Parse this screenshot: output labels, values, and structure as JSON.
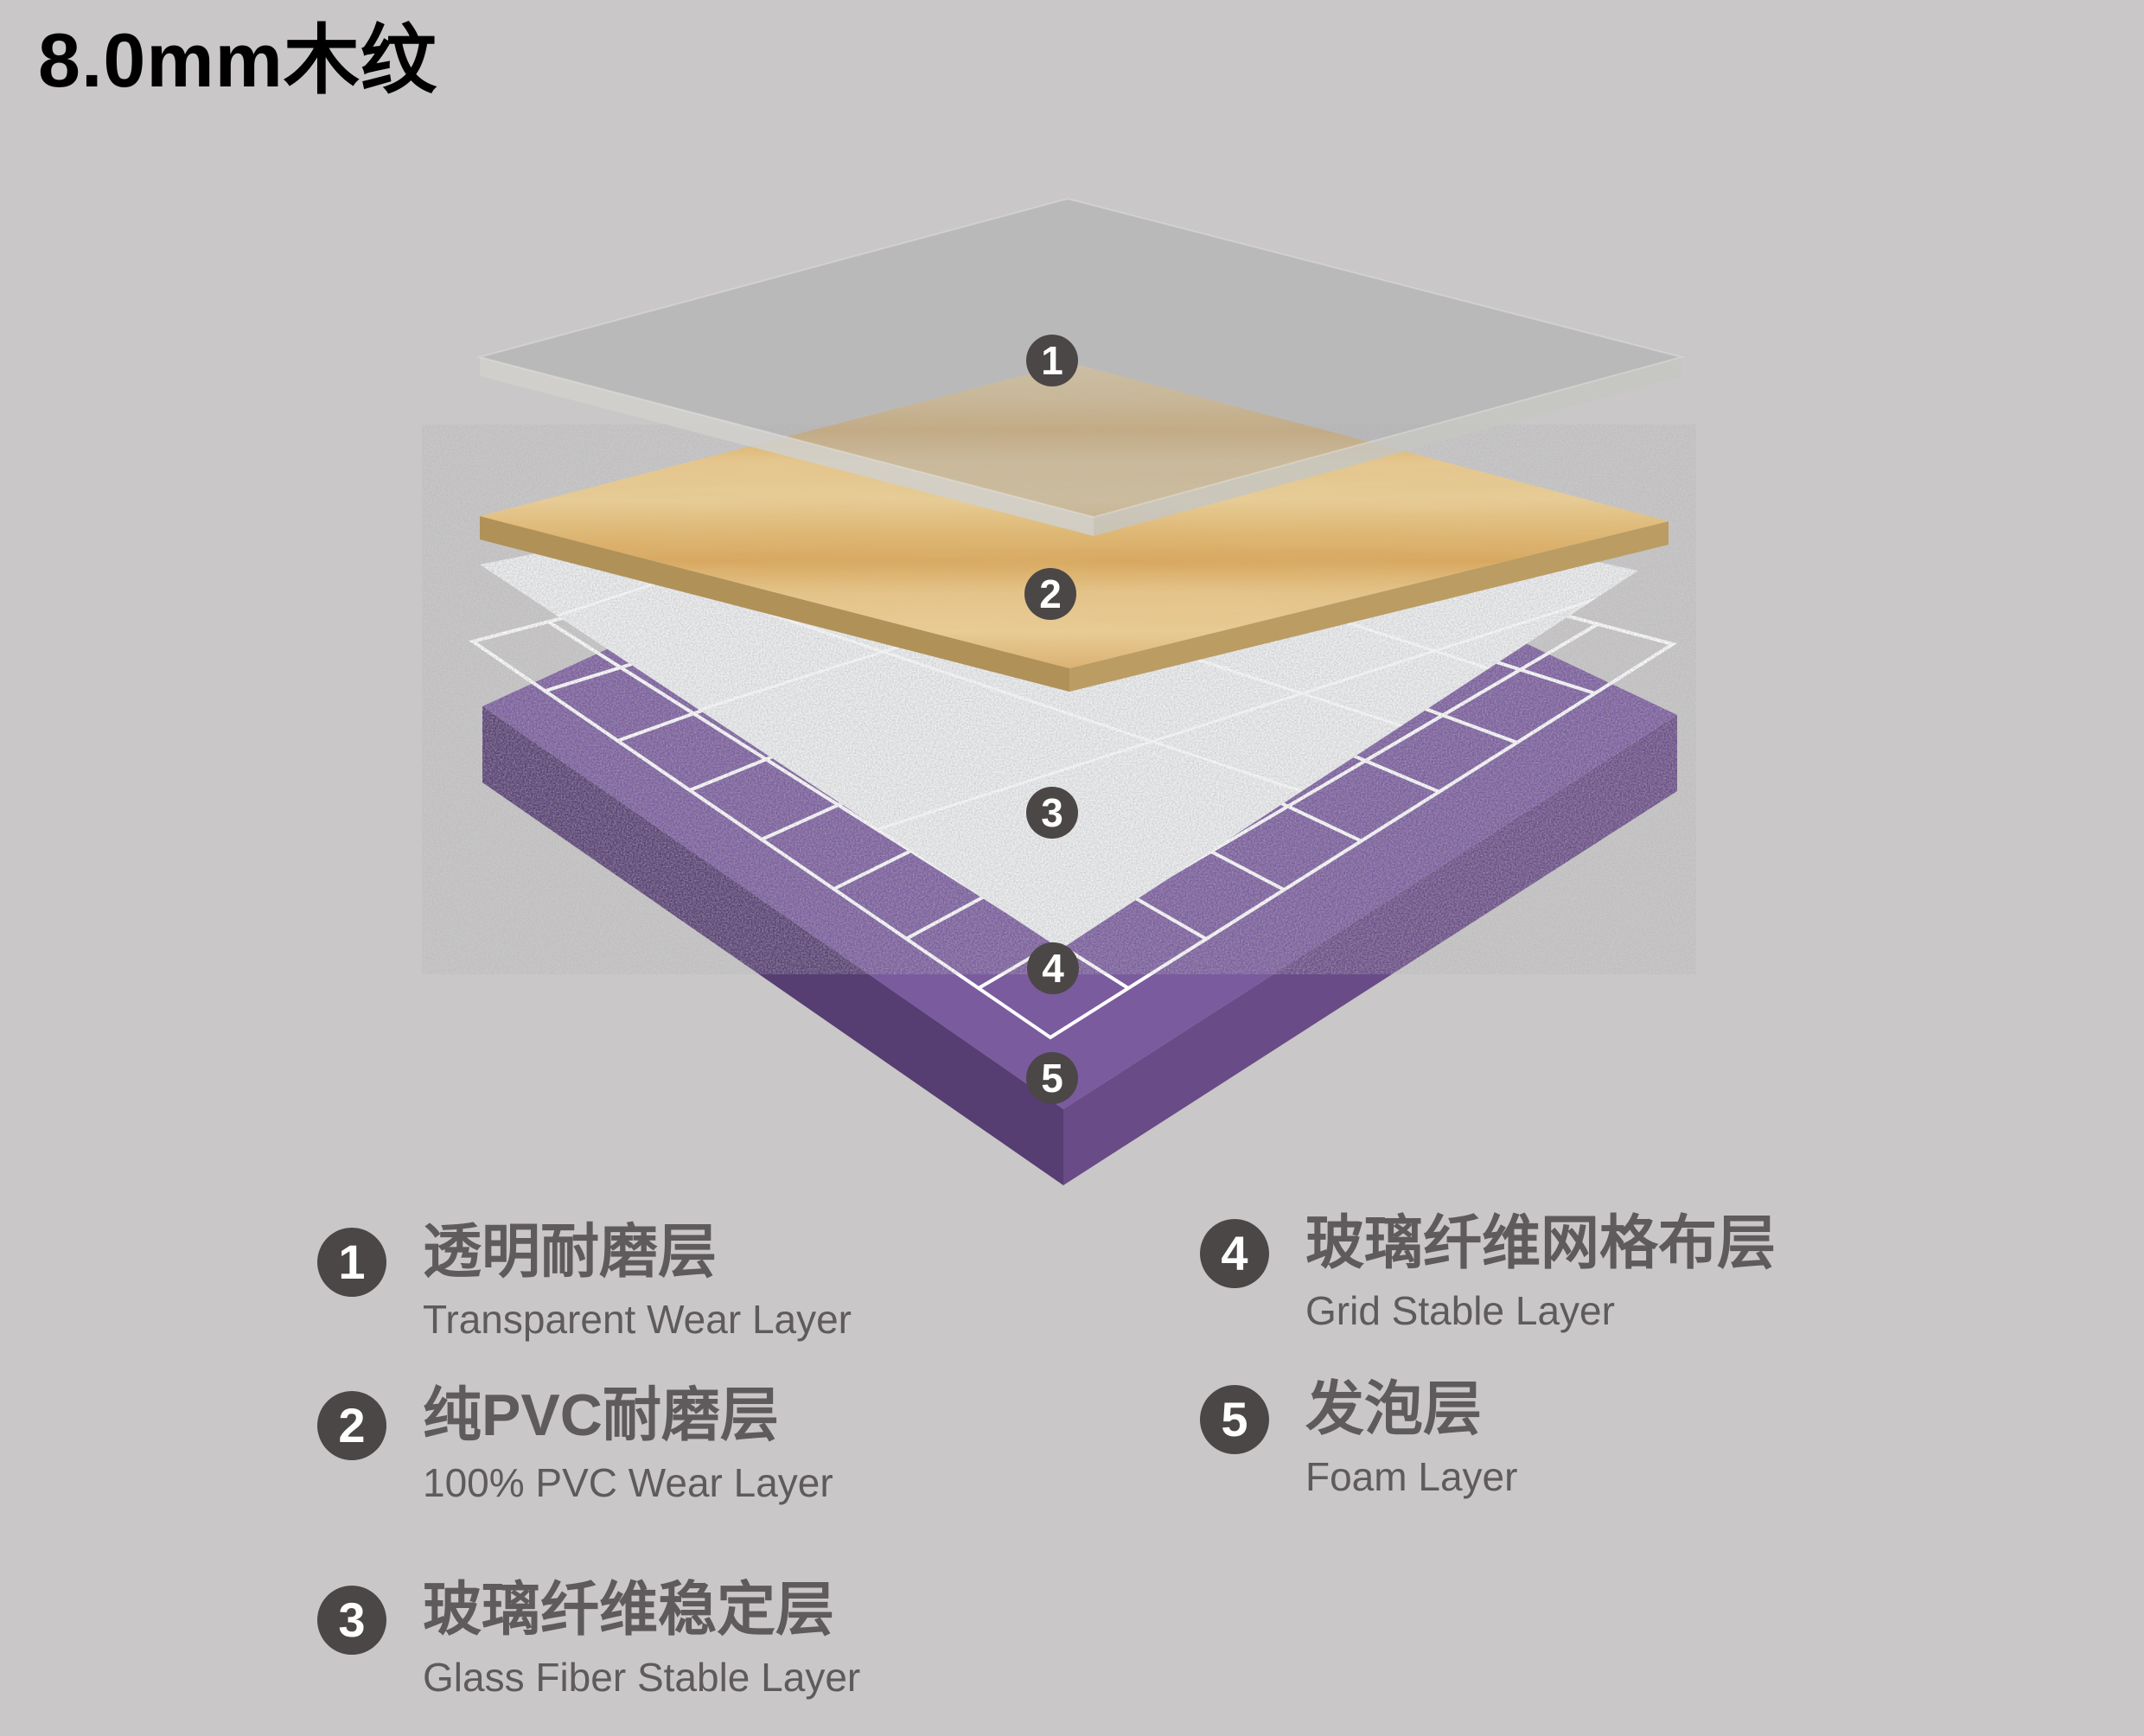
{
  "page": {
    "title": "8.0mm木纹"
  },
  "colors": {
    "background": "#c9c7c7",
    "title_text": "#000000",
    "legend_text": "#5f5b5c",
    "badge_bg": "#4b4747",
    "badge_text": "#ffffff",
    "purple_top": "#7a5b9e",
    "purple_left_side": "#563d72",
    "purple_right_side": "#694b87",
    "wood_edge_left": "#b09157",
    "wood_edge_right": "#bb9c62",
    "fiber_base": "#eff0f1",
    "grid_line": "#ffffff",
    "glass_tint": "#a8a8aa"
  },
  "diagram": {
    "badges": [
      "1",
      "2",
      "3",
      "4",
      "5"
    ]
  },
  "legend": {
    "items": [
      {
        "num": "1",
        "zh": "透明耐磨层",
        "en": "Transparent Wear Layer"
      },
      {
        "num": "2",
        "zh": "纯PVC耐磨层",
        "en": "100% PVC Wear Layer"
      },
      {
        "num": "3",
        "zh": "玻璃纤维稳定层",
        "en": "Glass Fiber Stable Layer"
      },
      {
        "num": "4",
        "zh": "玻璃纤维网格布层",
        "en": "Grid Stable Layer"
      },
      {
        "num": "5",
        "zh": "发泡层",
        "en": "Foam Layer"
      }
    ]
  }
}
